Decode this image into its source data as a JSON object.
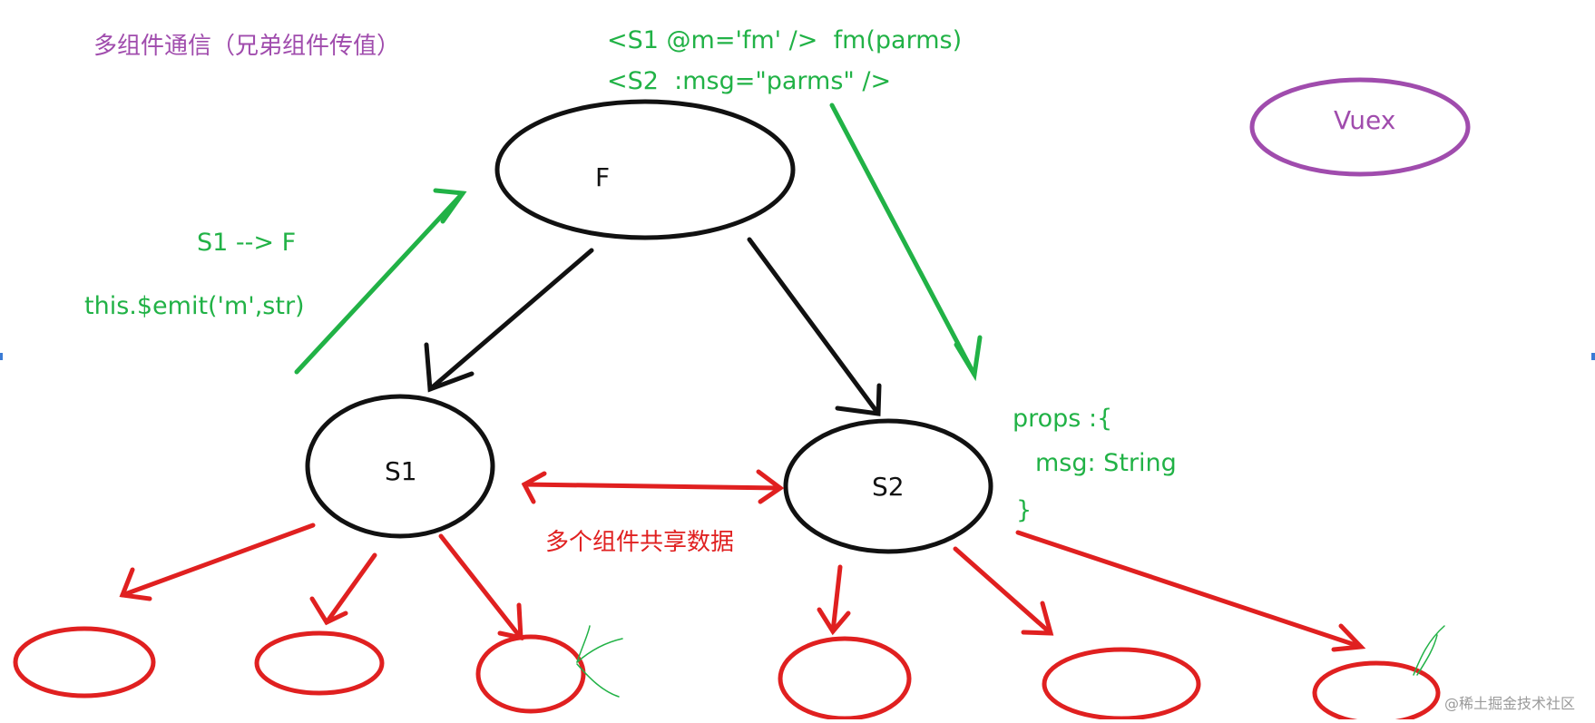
{
  "title": "多组件通信（兄弟组件传值）",
  "nodes": {
    "f": "F",
    "s1": "S1",
    "s2": "S2",
    "vuex": "Vuex"
  },
  "code": {
    "s1_tag": "<S1 @m='fm' />  fm(parms)",
    "s2_tag": "<S2  :msg=\"parms\" />",
    "emit_heading": "S1 --> F",
    "emit_call": "this.$emit('m',str)",
    "props_open": "props :{",
    "props_field": "msg: String",
    "props_close": "}"
  },
  "shared_label": "多个组件共享数据",
  "watermark": "@稀土掘金技术社区",
  "colors": {
    "title": "#a04cad",
    "vuex": "#a04cad",
    "code": "#21b246",
    "hierarchy": "#111111",
    "children": "#e02020"
  }
}
